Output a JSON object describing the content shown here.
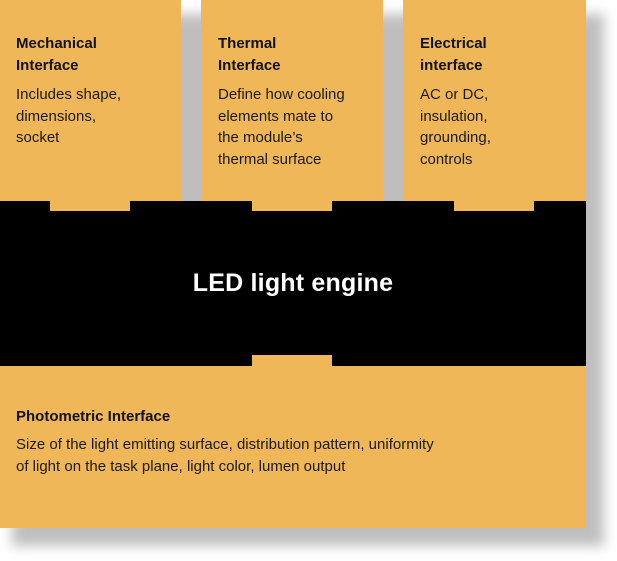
{
  "interfaces": {
    "mechanical": {
      "title": "Mechanical\nInterface",
      "description": "Includes shape,\ndimensions,\nsocket"
    },
    "thermal": {
      "title": "Thermal\nInterface",
      "description": "Define how cooling\nelements mate to\nthe module’s\nthermal surface"
    },
    "electrical": {
      "title": "Electrical\ninterface",
      "description": "AC or DC,\ninsulation,\ngrounding,\ncontrols"
    },
    "photometric": {
      "title": "Photometric Interface",
      "description": "Size of the light emitting surface, distribution pattern, uniformity\nof light on the task plane, light color, lumen output"
    }
  },
  "engine": {
    "label": "LED light engine"
  },
  "colors": {
    "interface_fill": "#F0B758",
    "engine_fill": "#000000",
    "engine_text": "#ffffff"
  }
}
